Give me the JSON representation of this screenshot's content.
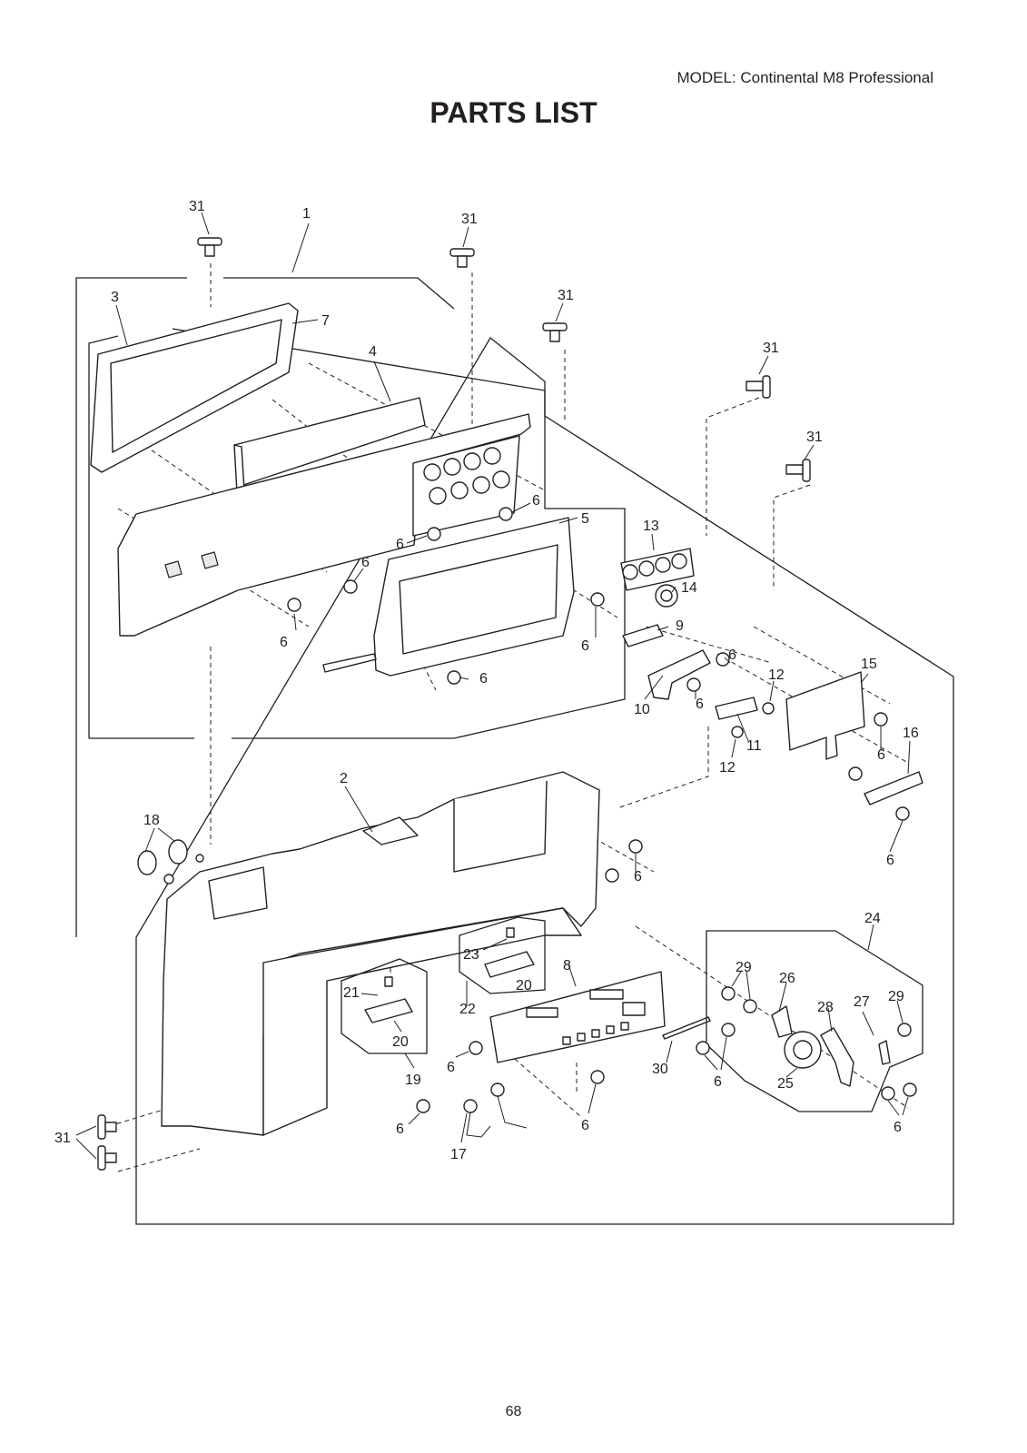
{
  "header": {
    "model": "MODEL: Continental M8 Professional"
  },
  "title": "PARTS LIST",
  "page_number": "68",
  "callouts": [
    {
      "id": "c31a",
      "text": "31"
    },
    {
      "id": "c1",
      "text": "1"
    },
    {
      "id": "c31b",
      "text": "31"
    },
    {
      "id": "c3",
      "text": "3"
    },
    {
      "id": "c31c",
      "text": "31"
    },
    {
      "id": "c7",
      "text": "7"
    },
    {
      "id": "c31d",
      "text": "31"
    },
    {
      "id": "c4",
      "text": "4"
    },
    {
      "id": "c31e",
      "text": "31"
    },
    {
      "id": "c6a",
      "text": "6"
    },
    {
      "id": "c5",
      "text": "5"
    },
    {
      "id": "c13",
      "text": "13"
    },
    {
      "id": "c6b",
      "text": "6"
    },
    {
      "id": "c6c",
      "text": "6"
    },
    {
      "id": "c14",
      "text": "14"
    },
    {
      "id": "c6d",
      "text": "6"
    },
    {
      "id": "c6e",
      "text": "6"
    },
    {
      "id": "c9",
      "text": "9"
    },
    {
      "id": "c6f",
      "text": "6"
    },
    {
      "id": "c6g",
      "text": "6"
    },
    {
      "id": "c12a",
      "text": "12"
    },
    {
      "id": "c15",
      "text": "15"
    },
    {
      "id": "c6h",
      "text": "6"
    },
    {
      "id": "c10",
      "text": "10"
    },
    {
      "id": "c11",
      "text": "11"
    },
    {
      "id": "c16",
      "text": "16"
    },
    {
      "id": "c6i",
      "text": "6"
    },
    {
      "id": "c12b",
      "text": "12"
    },
    {
      "id": "c2",
      "text": "2"
    },
    {
      "id": "c18",
      "text": "18"
    },
    {
      "id": "c6j",
      "text": "6"
    },
    {
      "id": "c6k",
      "text": "6"
    },
    {
      "id": "c24",
      "text": "24"
    },
    {
      "id": "c23",
      "text": "23"
    },
    {
      "id": "c8",
      "text": "8"
    },
    {
      "id": "c29a",
      "text": "29"
    },
    {
      "id": "c26",
      "text": "26"
    },
    {
      "id": "c20a",
      "text": "20"
    },
    {
      "id": "c21",
      "text": "21"
    },
    {
      "id": "c22",
      "text": "22"
    },
    {
      "id": "c28",
      "text": "28"
    },
    {
      "id": "c27",
      "text": "27"
    },
    {
      "id": "c29b",
      "text": "29"
    },
    {
      "id": "c20b",
      "text": "20"
    },
    {
      "id": "c6l",
      "text": "6"
    },
    {
      "id": "c30",
      "text": "30"
    },
    {
      "id": "c19",
      "text": "19"
    },
    {
      "id": "c6m",
      "text": "6"
    },
    {
      "id": "c25",
      "text": "25"
    },
    {
      "id": "c6n",
      "text": "6"
    },
    {
      "id": "c6o",
      "text": "6"
    },
    {
      "id": "c31f",
      "text": "31"
    },
    {
      "id": "c17",
      "text": "17"
    },
    {
      "id": "c6p",
      "text": "6"
    }
  ]
}
